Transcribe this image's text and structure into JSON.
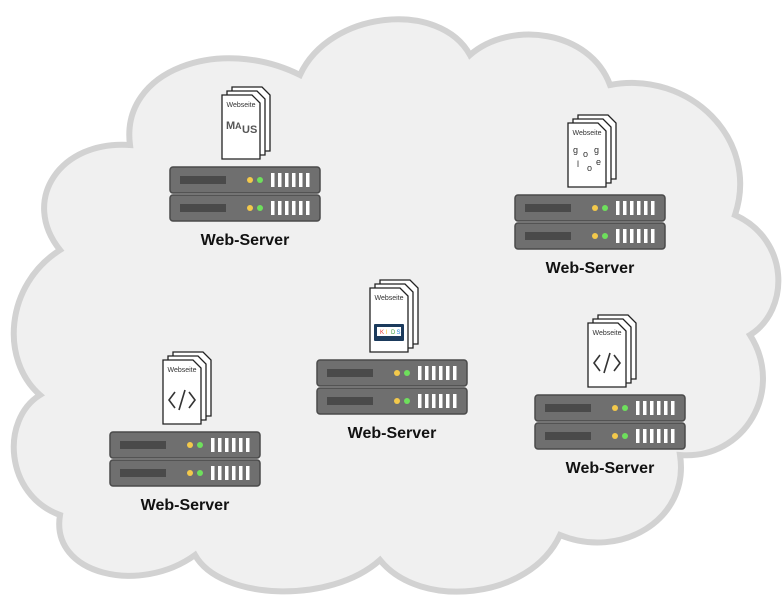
{
  "diagram": {
    "server_label": "Web-Server",
    "document_title": "Webseite",
    "colors": {
      "cloud_fill": "#f0f0f0",
      "cloud_stroke": "#d2d2d2",
      "server_body": "#6f6f6f",
      "server_edge": "#4a4a4a",
      "server_slot": "#4a4a4a",
      "led_yellow": "#f3c94b",
      "led_green": "#6ee05c",
      "grill": "#ffffff",
      "kids_screen": "#1b3a5c"
    },
    "servers": [
      {
        "id": "server-maus",
        "label": "Web-Server",
        "page": {
          "title": "Webseite",
          "icon": "maus-logo",
          "text": [
            "M",
            "A",
            "U",
            "S"
          ]
        }
      },
      {
        "id": "server-google",
        "label": "Web-Server",
        "page": {
          "title": "Webseite",
          "icon": "google-logo",
          "text": [
            "g",
            "o",
            "g",
            "l",
            "o",
            "e"
          ]
        }
      },
      {
        "id": "server-kids",
        "label": "Web-Server",
        "page": {
          "title": "Webseite",
          "icon": "kids-logo",
          "text": [
            "K",
            "I",
            "D",
            "S"
          ]
        }
      },
      {
        "id": "server-code-left",
        "label": "Web-Server",
        "page": {
          "title": "Webseite",
          "icon": "code-icon",
          "text": []
        }
      },
      {
        "id": "server-code-right",
        "label": "Web-Server",
        "page": {
          "title": "Webseite",
          "icon": "code-icon",
          "text": []
        }
      }
    ]
  }
}
